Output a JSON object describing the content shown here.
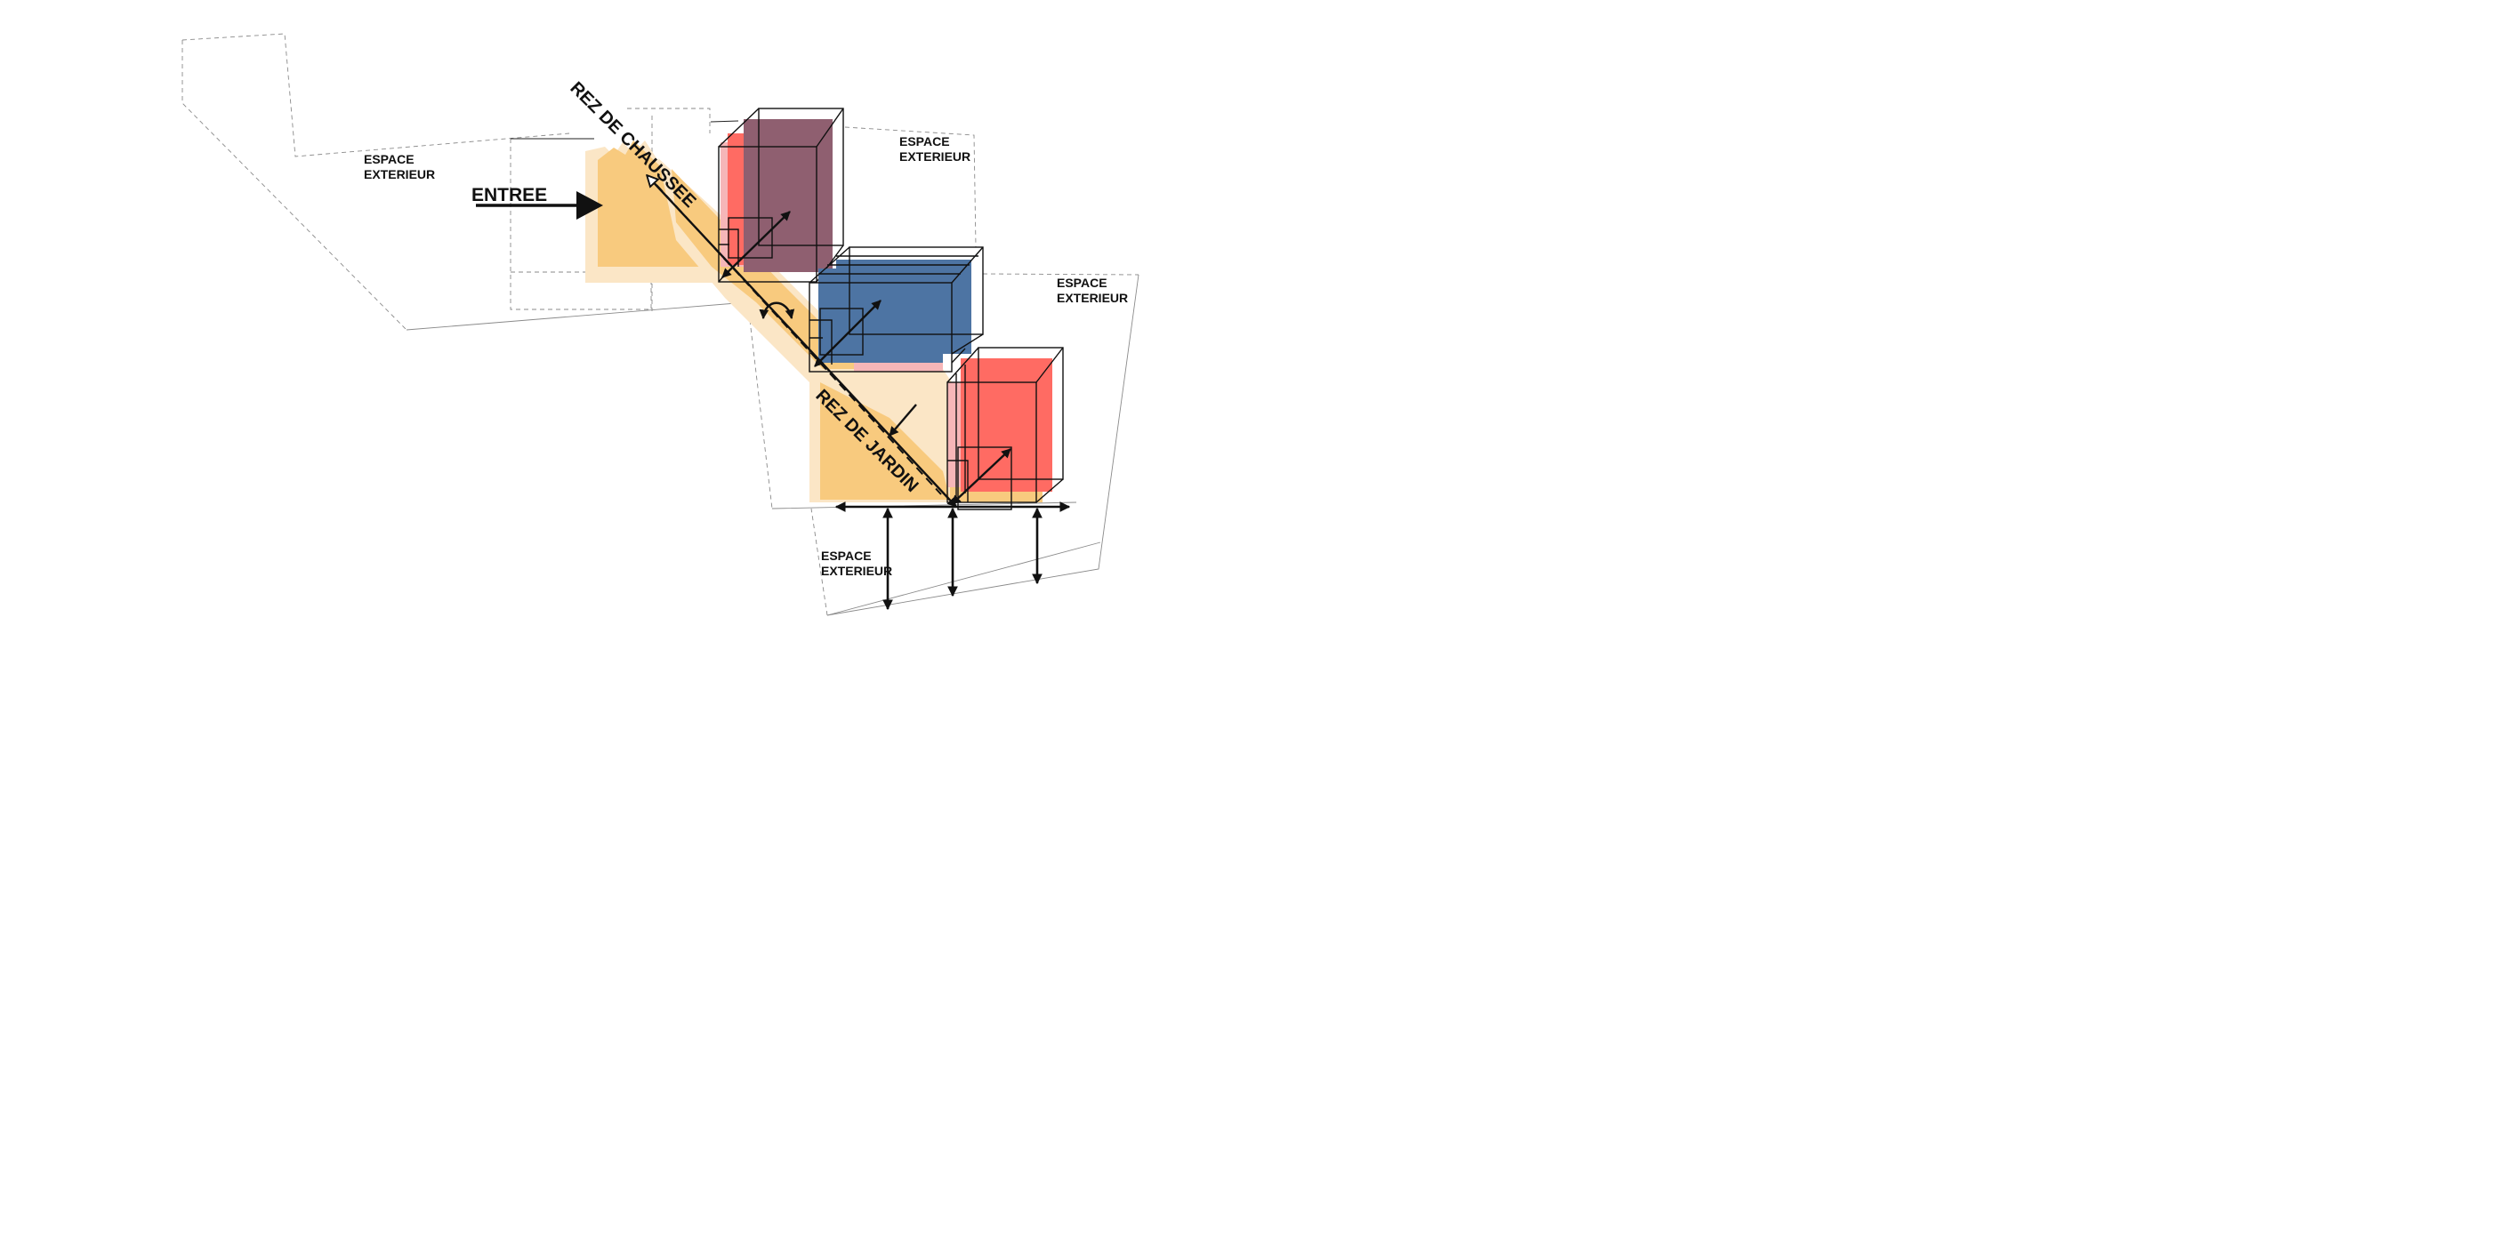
{
  "labels": {
    "entree": "ENTREE",
    "rez_de_chaussee": "REZ DE CHAUSSEE",
    "rez_de_jardin": "REZ DE JARDIN",
    "espace_1_line1": "ESPACE",
    "espace_1_line2": "EXTERIEUR",
    "espace_2_line1": "ESPACE",
    "espace_2_line2": "EXTERIEUR",
    "espace_3_line1": "ESPACE",
    "espace_3_line2": "EXTERIEUR",
    "espace_4_line1": "ESPACE",
    "espace_4_line2": "EXTERIEUR"
  },
  "colors": {
    "orange_light": "#fbe6c6",
    "orange": "#f8ca7e",
    "mauve": "#8f5f70",
    "blue": "#4d74a3",
    "red": "#ff6b63",
    "pink": "#f6b6b8",
    "ink": "#111111",
    "dash": "#8a8a8a"
  }
}
